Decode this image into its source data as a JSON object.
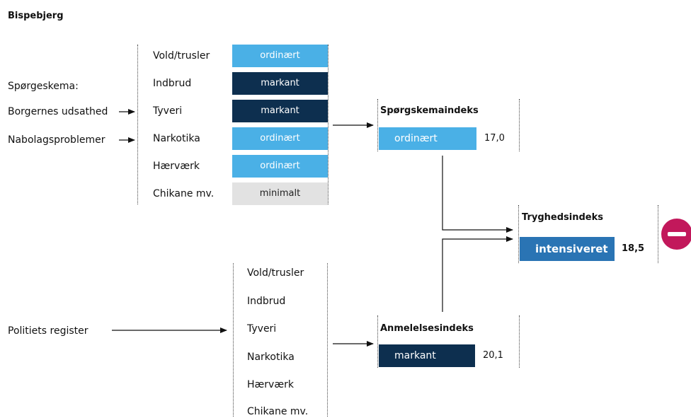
{
  "title": "Bispebjerg",
  "questionnaire": {
    "label": "Spørgeskema:",
    "inputs": [
      "Borgernes udsathed",
      "Nabolagsproblemer"
    ],
    "rows": [
      {
        "category": "Vold/trusler",
        "level": "ordinært"
      },
      {
        "category": "Indbrud",
        "level": "markant"
      },
      {
        "category": "Tyveri",
        "level": "markant"
      },
      {
        "category": "Narkotika",
        "level": "ordinært"
      },
      {
        "category": "Hærværk",
        "level": "ordinært"
      },
      {
        "category": "Chikane mv.",
        "level": "minimalt"
      }
    ]
  },
  "police": {
    "label": "Politiets register",
    "categories": [
      "Vold/trusler",
      "Indbrud",
      "Tyveri",
      "Narkotika",
      "Hærværk",
      "Chikane mv."
    ]
  },
  "survey_index": {
    "title": "Spørgskemaindeks",
    "level": "ordinært",
    "value": "17,0"
  },
  "report_index": {
    "title": "Anmelelsesindeks",
    "level": "markant",
    "value": "20,1"
  },
  "safety_index": {
    "title": "Tryghedsindeks",
    "level": "intensiveret",
    "value": "18,5"
  },
  "colors": {
    "ordinært": "#4ab0e6",
    "markant": "#0d2f4f",
    "minimalt": "#e2e2e2",
    "intensiveret": "#2a74b4",
    "minus_badge": "#c2185b"
  },
  "icons": {
    "status": "minus-circle-icon"
  }
}
